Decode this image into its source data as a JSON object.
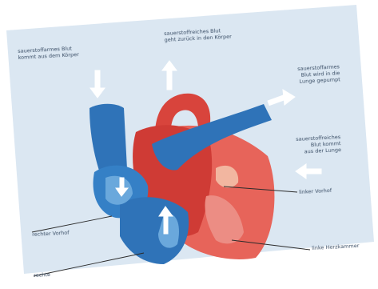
{
  "labels": {
    "deoxy_from_body": "sauerstoffarmes Blut\nkommt aus dem Körper",
    "oxy_to_body": "sauerstoffreiches Blut\ngeht zurück in den Körper",
    "deoxy_to_lungs": "sauerstoffarmes\nBlut wird in die\nLunge gepumpt",
    "oxy_from_lungs": "sauerstoffreiches\nBlut kommt\naus der Lunge",
    "left_atrium": "linker Vorhof",
    "right_atrium": "rechter Vorhof",
    "left_ventricle": "linke Herzkammer",
    "right_ventricle": "rechte"
  },
  "colors": {
    "background": "#dbe7f2",
    "oxygenated": "#d8443c",
    "deoxygenated": "#2f73b8",
    "arrow": "#ffffff",
    "label_text": "#3a4e66"
  }
}
